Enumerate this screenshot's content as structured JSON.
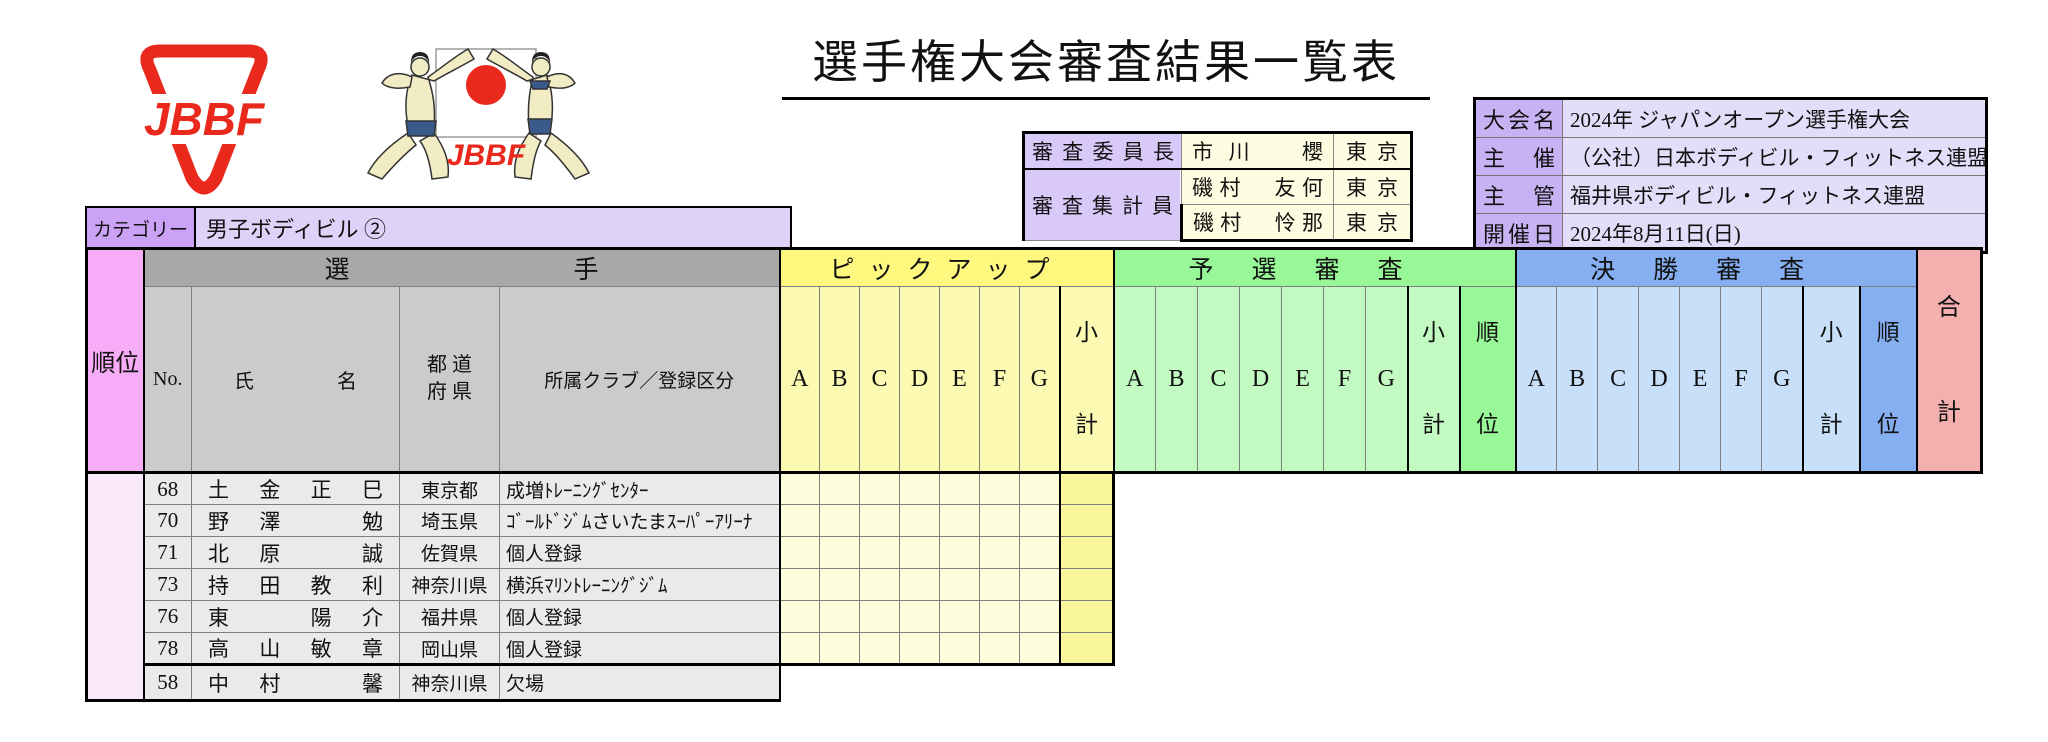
{
  "title": "選手権大会審査結果一覧表",
  "logos": {
    "jbbf_text": "JBBF",
    "emblem_text": "JBBF"
  },
  "category": {
    "label": "カテゴリー",
    "value": "男子ボディビル ②"
  },
  "judges_panel": {
    "chief_label": "審査委員長",
    "tally_label": "審査集計員",
    "rows": [
      {
        "name": "市川　櫻",
        "city": "東京"
      },
      {
        "name": "磯村　友何",
        "city": "東京"
      },
      {
        "name": "磯村　怜那",
        "city": "東京"
      }
    ]
  },
  "event_info": {
    "rows": [
      {
        "label": "大会名",
        "value": "2024年 ジャパンオープン選手権大会"
      },
      {
        "label": "主催",
        "value": "（公社）日本ボディビル・フィットネス連盟"
      },
      {
        "label": "主管",
        "value": "福井県ボディビル・フィットネス連盟"
      },
      {
        "label": "開催日",
        "value": "2024年8月11日(日)"
      }
    ]
  },
  "results_table": {
    "rank_header": "順位",
    "athlete_group_header": "選手",
    "no_header": "No.",
    "name_header": "氏名",
    "pref_header": "都 道\n府 県",
    "club_header": "所属クラブ／登録区分",
    "pickup_header": "ピックアップ",
    "prelim_header": "予選審査",
    "final_header": "決勝審査",
    "subtotal_header": "小\n計",
    "sub_rank_header": "順\n位",
    "total_header": "合\n計",
    "judge_letters": [
      "A",
      "B",
      "C",
      "D",
      "E",
      "F",
      "G"
    ],
    "rows": [
      {
        "no": "68",
        "name": "土金正巳",
        "pref": "東京都",
        "club": "成増ﾄﾚｰﾆﾝｸﾞｾﾝﾀｰ"
      },
      {
        "no": "70",
        "name": "野澤　勉",
        "pref": "埼玉県",
        "club": "ｺﾞｰﾙﾄﾞｼﾞﾑさいたまｽｰﾊﾟｰｱﾘｰﾅ"
      },
      {
        "no": "71",
        "name": "北原　誠",
        "pref": "佐賀県",
        "club": "個人登録"
      },
      {
        "no": "73",
        "name": "持田教利",
        "pref": "神奈川県",
        "club": "横浜ﾏﾘﾝﾄﾚｰﾆﾝｸﾞｼﾞﾑ"
      },
      {
        "no": "76",
        "name": "東　陽介",
        "pref": "福井県",
        "club": "個人登録"
      },
      {
        "no": "78",
        "name": "高山敏章",
        "pref": "岡山県",
        "club": "個人登録"
      },
      {
        "no": "58",
        "name": "中村　馨",
        "pref": "神奈川県",
        "club": "欠場"
      }
    ]
  },
  "colors": {
    "brand_red": "#E8291C",
    "rank_pink": "#F7ACF7",
    "athlete_gray": "#A8A8A8",
    "pickup_yellow": "#FEF87E",
    "prelim_green": "#98F898",
    "final_blue": "#85AFF0",
    "total_salmon": "#F4AFAF",
    "category_purple": "#CBA2F5"
  }
}
